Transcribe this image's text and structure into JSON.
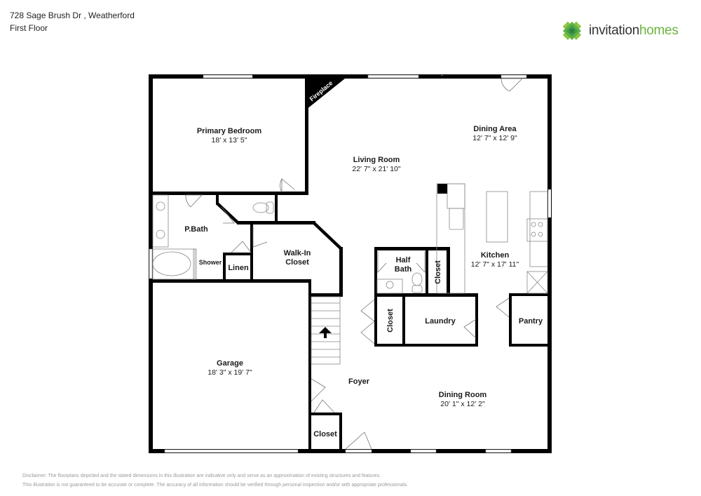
{
  "header": {
    "address": "728 Sage Brush Dr , Weatherford",
    "floor": "First Floor"
  },
  "logo": {
    "word1": "invitation",
    "word2": "homes",
    "colors": {
      "dark_green": "#3e9a46",
      "light_green": "#8cc63f",
      "text_dark": "#333333",
      "text_green": "#6cb33f"
    }
  },
  "rooms": {
    "primary_bedroom": {
      "name": "Primary Bedroom",
      "dims": "18' x 13' 5\""
    },
    "fireplace": {
      "name": "Fireplace"
    },
    "living_room": {
      "name": "Living Room",
      "dims": "22' 7\" x 21' 10\""
    },
    "dining_area": {
      "name": "Dining Area",
      "dims": "12' 7\" x 12' 9\""
    },
    "pbath": {
      "name": "P.Bath"
    },
    "shower": {
      "name": "Shower"
    },
    "linen": {
      "name": "Linen"
    },
    "walkin": {
      "name1": "Walk-In",
      "name2": "Closet"
    },
    "half_bath": {
      "name1": "Half",
      "name2": "Bath"
    },
    "closet_halfbath": {
      "name": "Closet"
    },
    "kitchen": {
      "name": "Kitchen",
      "dims": "12' 7\" x 17' 11\""
    },
    "closet_laundry": {
      "name": "Closet"
    },
    "laundry": {
      "name": "Laundry"
    },
    "pantry": {
      "name": "Pantry"
    },
    "garage": {
      "name": "Garage",
      "dims": "18' 3\" x 19' 7\""
    },
    "foyer": {
      "name": "Foyer"
    },
    "dining_room": {
      "name": "Dining Room",
      "dims": "20' 1\" x 12' 2\""
    },
    "closet_foyer": {
      "name": "Closet"
    }
  },
  "disclaimer": {
    "line1": "Disclaimer: The floorplans depicted and the stated dimensions in this illustration are indicative only and serve as an approximation of existing structures and features.",
    "line2": "This illustration is not guaranteed to be accurate or complete. The accuracy of all information should be verified through personal inspection and/or with appropriate professionals."
  }
}
